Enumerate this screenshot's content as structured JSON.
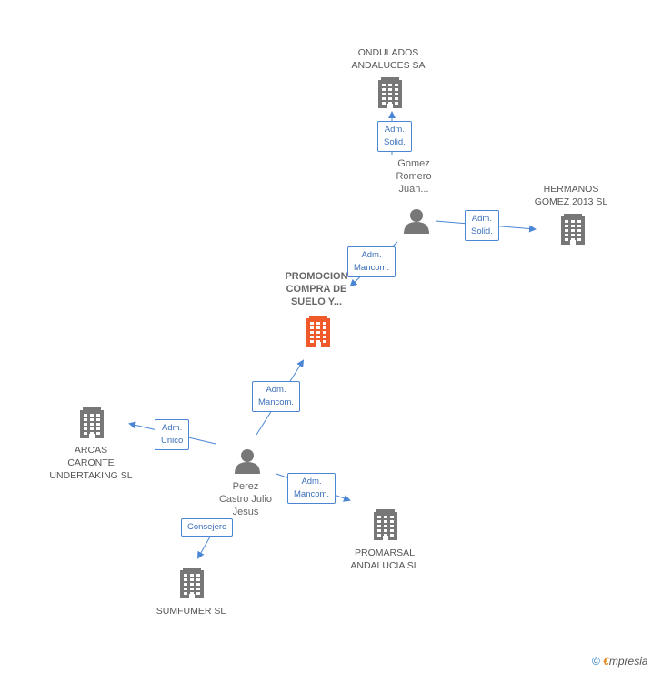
{
  "colors": {
    "edge": "#4a86d4",
    "building": "#777777",
    "main_building": "#f05a2a",
    "person": "#777777"
  },
  "nodes": [
    {
      "id": "ondulados",
      "type": "company",
      "label_lines": [
        "ONDULADOS",
        "ANDALUCES SA"
      ]
    },
    {
      "id": "gomez",
      "type": "person",
      "label_lines": [
        "Gomez",
        "Romero",
        "Juan..."
      ]
    },
    {
      "id": "hermanos",
      "type": "company",
      "label_lines": [
        "HERMANOS",
        "GOMEZ 2013  SL"
      ]
    },
    {
      "id": "promocion",
      "type": "main",
      "label_lines": [
        "PROMOCION",
        "COMPRA DE",
        "SUELO Y..."
      ]
    },
    {
      "id": "arcas",
      "type": "company",
      "label_lines": [
        "ARCAS",
        "CARONTE",
        "UNDERTAKING SL"
      ]
    },
    {
      "id": "perez",
      "type": "person",
      "label_lines": [
        "Perez",
        "Castro Julio",
        "Jesus"
      ]
    },
    {
      "id": "promarsal",
      "type": "company",
      "label_lines": [
        "PROMARSAL",
        "ANDALUCIA SL"
      ]
    },
    {
      "id": "sumfumer",
      "type": "company",
      "label_lines": [
        "SUMFUMER  SL"
      ]
    }
  ],
  "edges": [
    {
      "from": "gomez",
      "to": "ondulados",
      "label_lines": [
        "Adm.",
        "Solid."
      ]
    },
    {
      "from": "gomez",
      "to": "hermanos",
      "label_lines": [
        "Adm.",
        "Solid."
      ]
    },
    {
      "from": "gomez",
      "to": "promocion",
      "label_lines": [
        "Adm.",
        "Mancom."
      ]
    },
    {
      "from": "perez",
      "to": "promocion",
      "label_lines": [
        "Adm.",
        "Mancom."
      ]
    },
    {
      "from": "perez",
      "to": "arcas",
      "label_lines": [
        "Adm.",
        "Unico"
      ]
    },
    {
      "from": "perez",
      "to": "promarsal",
      "label_lines": [
        "Adm.",
        "Mancom."
      ]
    },
    {
      "from": "perez",
      "to": "sumfumer",
      "label_lines": [
        "Consejero"
      ]
    }
  ],
  "footer": {
    "copyright": "©",
    "brand_initial": "€",
    "brand_rest": "mpresia"
  }
}
